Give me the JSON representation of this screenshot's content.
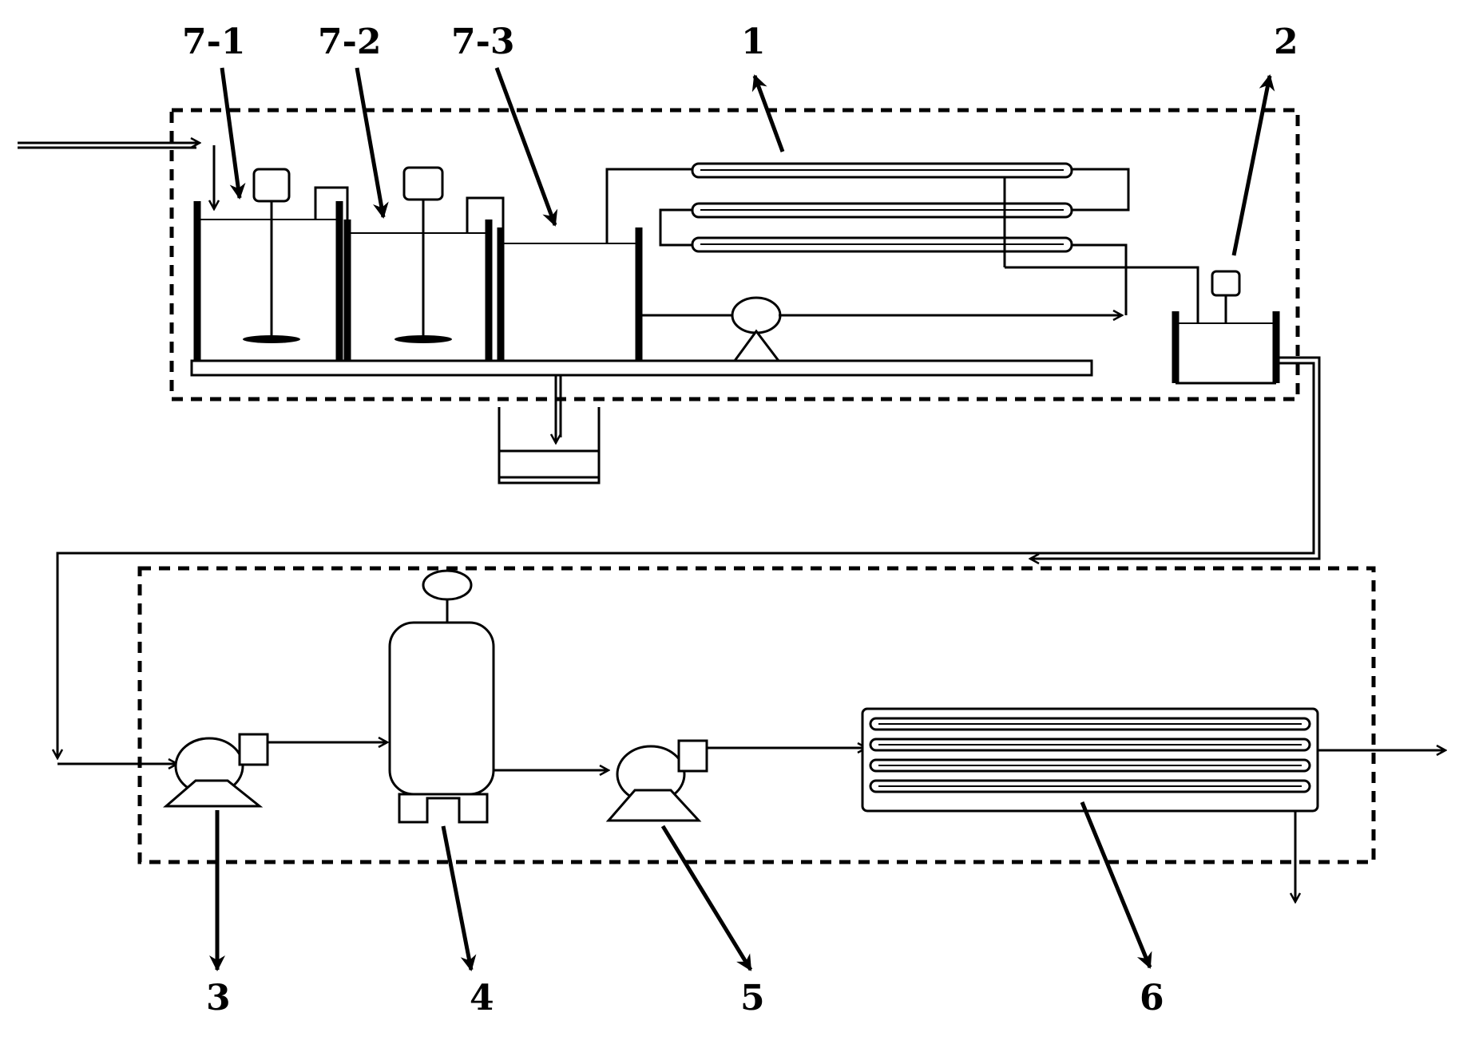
{
  "labels": {
    "tank_7_1": "7-1",
    "tank_7_2": "7-2",
    "tank_7_3": "7-3",
    "unit_1": "1",
    "unit_2": "2",
    "unit_3": "3",
    "unit_4": "4",
    "unit_5": "5",
    "unit_6": "6"
  }
}
